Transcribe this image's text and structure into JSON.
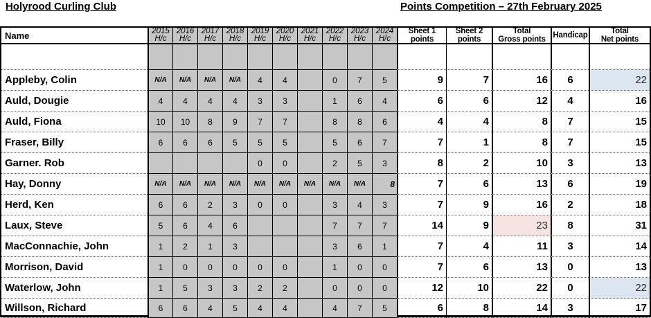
{
  "titles": {
    "left": "Holyrood Curling Club",
    "right": "Points Competition – 27th February 2025"
  },
  "table": {
    "name_header": "Name",
    "year_headers": [
      {
        "year": "2015",
        "sub": "H/c"
      },
      {
        "year": "2016",
        "sub": "H/c"
      },
      {
        "year": "2017",
        "sub": "H/c"
      },
      {
        "year": "2018",
        "sub": "H/c"
      },
      {
        "year": "2019",
        "sub": "H/c"
      },
      {
        "year": "2020",
        "sub": "H/c"
      },
      {
        "year": "2021",
        "sub": "H/c"
      },
      {
        "year": "2022",
        "sub": "H/c"
      },
      {
        "year": "2023",
        "sub": "H/c"
      },
      {
        "year": "2024",
        "sub": "H/c"
      }
    ],
    "points_headers": [
      {
        "line1": "Sheet 1",
        "line2": "points"
      },
      {
        "line1": "Sheet 2",
        "line2": "points"
      },
      {
        "line1": "Total",
        "line2": "Gross points"
      },
      {
        "line1": "Handicap",
        "line2": ""
      },
      {
        "line1": "Total",
        "line2": "Net points"
      }
    ],
    "colors": {
      "grid_fill": "#c6c6c6",
      "highlight_pink": "#f6e4e2",
      "highlight_blue": "#dce6f1"
    },
    "rows": [
      {
        "name": "",
        "blank": true,
        "hc": [
          "",
          "",
          "",
          "",
          "",
          "",
          "",
          "",
          "",
          ""
        ],
        "sheet1": "",
        "sheet2": "",
        "gross": "",
        "handicap": "",
        "net": ""
      },
      {
        "name": "Appleby, Colin",
        "hc": [
          "N/A",
          "N/A",
          "N/A",
          "N/A",
          "4",
          "4",
          "",
          "0",
          "7",
          "5"
        ],
        "sheet1": "9",
        "sheet2": "7",
        "gross": "16",
        "handicap": "6",
        "net": "22",
        "net_highlight": "blue"
      },
      {
        "name": "Auld, Dougie",
        "hc": [
          "4",
          "4",
          "4",
          "4",
          "3",
          "3",
          "",
          "1",
          "6",
          "4"
        ],
        "sheet1": "6",
        "sheet2": "6",
        "gross": "12",
        "handicap": "4",
        "net": "16"
      },
      {
        "name": "Auld, Fiona",
        "hc": [
          "10",
          "10",
          "8",
          "9",
          "7",
          "7",
          "",
          "8",
          "8",
          "6"
        ],
        "sheet1": "4",
        "sheet2": "4",
        "gross": "8",
        "handicap": "7",
        "net": "15"
      },
      {
        "name": "Fraser, Billy",
        "hc": [
          "6",
          "6",
          "6",
          "5",
          "5",
          "5",
          "",
          "5",
          "6",
          "7"
        ],
        "sheet1": "7",
        "sheet2": "1",
        "gross": "8",
        "handicap": "7",
        "net": "15"
      },
      {
        "name": "Garner. Rob",
        "hc": [
          "",
          "",
          "",
          "",
          "0",
          "0",
          "",
          "2",
          "5",
          "3"
        ],
        "sheet1": "8",
        "sheet2": "2",
        "gross": "10",
        "handicap": "3",
        "net": "13"
      },
      {
        "name": "Hay, Donny",
        "italic_numbers": true,
        "hc": [
          "N/A",
          "N/A",
          "N/A",
          "N/A",
          "N/A",
          "N/A",
          "N/A",
          "N/A",
          "N/A",
          "8"
        ],
        "sheet1": "7",
        "sheet2": "6",
        "gross": "13",
        "handicap": "6",
        "net": "19"
      },
      {
        "name": "Herd, Ken",
        "hc": [
          "6",
          "6",
          "2",
          "3",
          "0",
          "0",
          "",
          "3",
          "4",
          "3"
        ],
        "sheet1": "7",
        "sheet2": "9",
        "gross": "16",
        "handicap": "2",
        "net": "18"
      },
      {
        "name": "Laux, Steve",
        "hc": [
          "5",
          "6",
          "4",
          "6",
          "",
          "",
          "",
          "7",
          "7",
          "7"
        ],
        "sheet1": "14",
        "sheet2": "9",
        "gross": "23",
        "gross_highlight": "pink",
        "handicap": "8",
        "net": "31"
      },
      {
        "name": "MacConnachie, John",
        "hc": [
          "1",
          "2",
          "1",
          "3",
          "",
          "",
          "",
          "3",
          "6",
          "1"
        ],
        "sheet1": "7",
        "sheet2": "4",
        "gross": "11",
        "handicap": "3",
        "net": "14"
      },
      {
        "name": "Morrison, David",
        "hc": [
          "1",
          "0",
          "0",
          "0",
          "0",
          "0",
          "",
          "1",
          "0",
          "0"
        ],
        "sheet1": "7",
        "sheet2": "6",
        "gross": "13",
        "handicap": "0",
        "net": "13"
      },
      {
        "name": "Waterlow, John",
        "hc": [
          "1",
          "5",
          "3",
          "3",
          "2",
          "2",
          "",
          "0",
          "0",
          "0"
        ],
        "sheet1": "12",
        "sheet2": "10",
        "gross": "22",
        "handicap": "0",
        "net": "22",
        "net_highlight": "blue"
      },
      {
        "name": "Willson, Richard",
        "hc": [
          "6",
          "6",
          "4",
          "5",
          "4",
          "4",
          "",
          "4",
          "7",
          "5"
        ],
        "sheet1": "6",
        "sheet2": "8",
        "gross": "14",
        "handicap": "3",
        "net": "17"
      }
    ]
  }
}
